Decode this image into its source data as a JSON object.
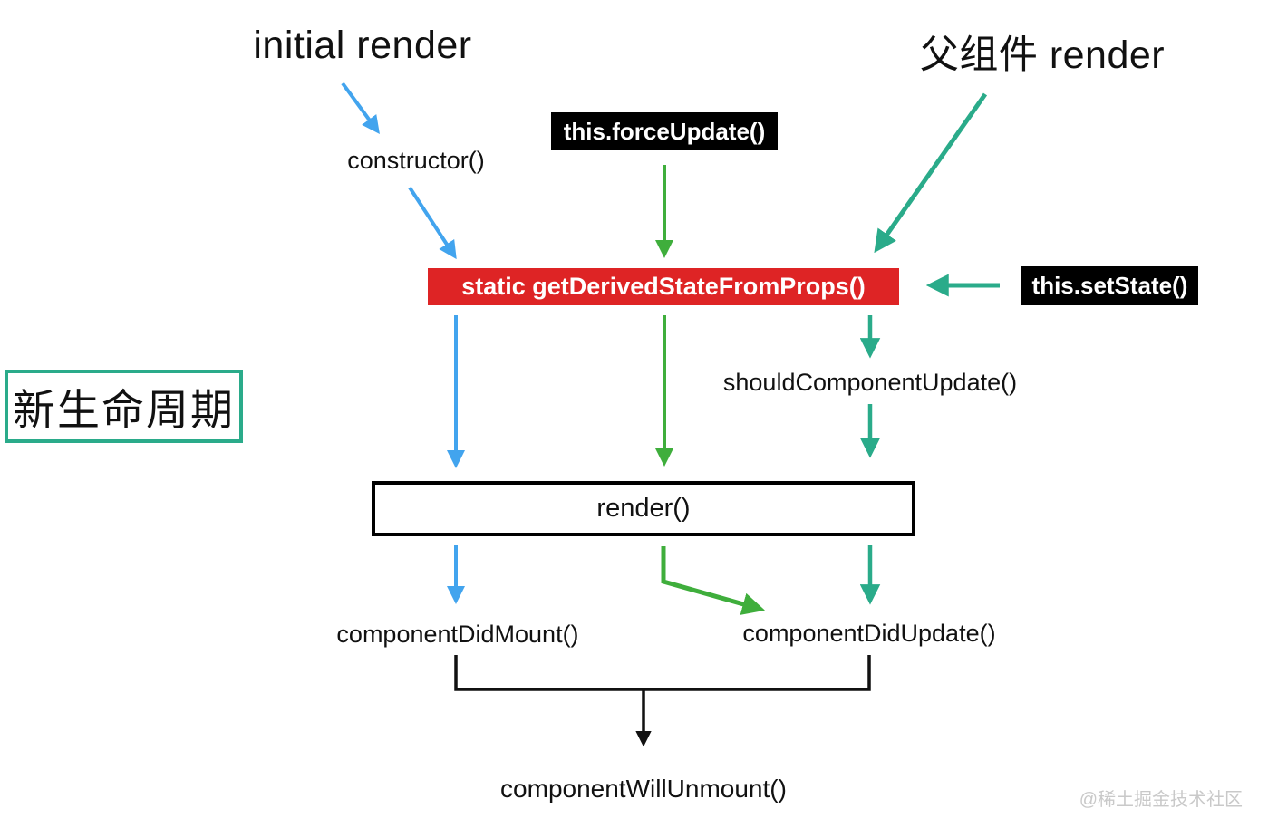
{
  "diagram": {
    "titles": {
      "initial_render": "initial render",
      "parent_render": "父组件 render"
    },
    "side_label": "新生命周期",
    "nodes": {
      "constructor_label": "constructor()",
      "force_update": "this.forceUpdate()",
      "get_derived_state": "static getDerivedStateFromProps()",
      "set_state": "this.setState()",
      "should_component_update": "shouldComponentUpdate()",
      "render": "render()",
      "component_did_mount": "componentDidMount()",
      "component_did_update": "componentDidUpdate()",
      "component_will_unmount": "componentWillUnmount()"
    },
    "colors": {
      "blue": "#42a4ee",
      "green": "#3fae3c",
      "teal": "#2aab8a",
      "red": "#de2425",
      "black": "#111111"
    },
    "watermark": "@稀土掘金技术社区"
  }
}
